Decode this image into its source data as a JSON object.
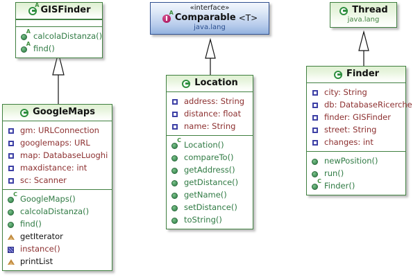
{
  "diagram": {
    "type": "uml-class-diagram",
    "background": "#ffffff",
    "colors": {
      "class_border": "#3f7f3f",
      "class_header_gradient_top": "#dff0d2",
      "interface_border": "#2f4f8f",
      "interface_header_gradient": "#93b2df",
      "attribute_text": "#8c2f2f",
      "method_text": "#2f7a43",
      "package_text": "#3f7f3f"
    }
  },
  "classes": {
    "gisfinder": {
      "name": "GISFinder",
      "icon": "abstract-class-icon",
      "icon_badge": "A",
      "attributes": [],
      "methods": [
        {
          "label": "calcolaDistanza()",
          "icon": "method-abstract-icon",
          "badge": "A",
          "style": "meth"
        },
        {
          "label": "find()",
          "icon": "method-abstract-icon",
          "badge": "A",
          "style": "meth"
        }
      ]
    },
    "googlemaps": {
      "name": "GoogleMaps",
      "icon": "class-icon",
      "attributes": [
        {
          "label": "gm: URLConnection",
          "icon": "field-icon",
          "style": "attr"
        },
        {
          "label": "googlemaps: URL",
          "icon": "field-icon",
          "style": "attr"
        },
        {
          "label": "map: DatabaseLuoghi",
          "icon": "field-icon",
          "style": "attr"
        },
        {
          "label": "maxdistance: int",
          "icon": "field-icon",
          "style": "attr"
        },
        {
          "label": "sc: Scanner",
          "icon": "field-icon",
          "style": "attr"
        }
      ],
      "methods": [
        {
          "label": "GoogleMaps()",
          "icon": "constructor-icon",
          "badge": "C",
          "style": "meth"
        },
        {
          "label": "calcolaDistanza()",
          "icon": "method-icon",
          "style": "meth"
        },
        {
          "label": "find()",
          "icon": "method-icon",
          "style": "meth"
        },
        {
          "label": "getIterator",
          "icon": "warning-triangle-icon",
          "style": "black"
        },
        {
          "label": "instance()",
          "icon": "static-field-icon",
          "style": "dkred"
        },
        {
          "label": "printList",
          "icon": "warning-triangle-icon",
          "style": "black"
        }
      ]
    },
    "comparable": {
      "stereotype": "«interface»",
      "name": "Comparable",
      "generic": "<T>",
      "package": "java.lang",
      "icon": "interface-icon",
      "icon_badge": "A"
    },
    "location": {
      "name": "Location",
      "icon": "class-icon",
      "attributes": [
        {
          "label": "address: String",
          "icon": "field-icon",
          "style": "attr"
        },
        {
          "label": "distance: float",
          "icon": "field-icon",
          "style": "attr"
        },
        {
          "label": "name: String",
          "icon": "field-icon",
          "style": "attr"
        }
      ],
      "methods": [
        {
          "label": "Location()",
          "icon": "constructor-icon",
          "badge": "C",
          "style": "meth"
        },
        {
          "label": "compareTo()",
          "icon": "method-icon",
          "style": "meth"
        },
        {
          "label": "getAddress()",
          "icon": "method-icon",
          "style": "meth"
        },
        {
          "label": "getDistance()",
          "icon": "method-icon",
          "style": "meth"
        },
        {
          "label": "getName()",
          "icon": "method-icon",
          "style": "meth"
        },
        {
          "label": "setDistance()",
          "icon": "method-icon",
          "style": "meth"
        },
        {
          "label": "toString()",
          "icon": "method-icon",
          "style": "meth"
        }
      ]
    },
    "thread": {
      "name": "Thread",
      "package": "java.lang",
      "icon": "class-icon"
    },
    "finder": {
      "name": "Finder",
      "icon": "class-icon",
      "attributes": [
        {
          "label": "city: String",
          "icon": "field-icon",
          "style": "attr"
        },
        {
          "label": "db: DatabaseRicerche",
          "icon": "field-icon",
          "style": "attr"
        },
        {
          "label": "finder: GISFinder",
          "icon": "field-icon",
          "style": "attr"
        },
        {
          "label": "street: String",
          "icon": "field-icon",
          "style": "attr"
        },
        {
          "label": "changes: int",
          "icon": "field-icon",
          "style": "attr"
        }
      ],
      "methods": [
        {
          "label": "newPosition()",
          "icon": "method-icon",
          "style": "meth"
        },
        {
          "label": "run()",
          "icon": "method-icon",
          "style": "meth"
        },
        {
          "label": "Finder()",
          "icon": "constructor-icon",
          "badge": "C",
          "style": "meth"
        }
      ]
    }
  },
  "relations": [
    {
      "name": "googlemaps-extends-gisfinder",
      "from": "GoogleMaps",
      "to": "GISFinder",
      "kind": "generalization"
    },
    {
      "name": "location-implements-comparable",
      "from": "Location",
      "to": "Comparable",
      "kind": "realization"
    },
    {
      "name": "finder-extends-thread",
      "from": "Finder",
      "to": "Thread",
      "kind": "generalization"
    }
  ]
}
